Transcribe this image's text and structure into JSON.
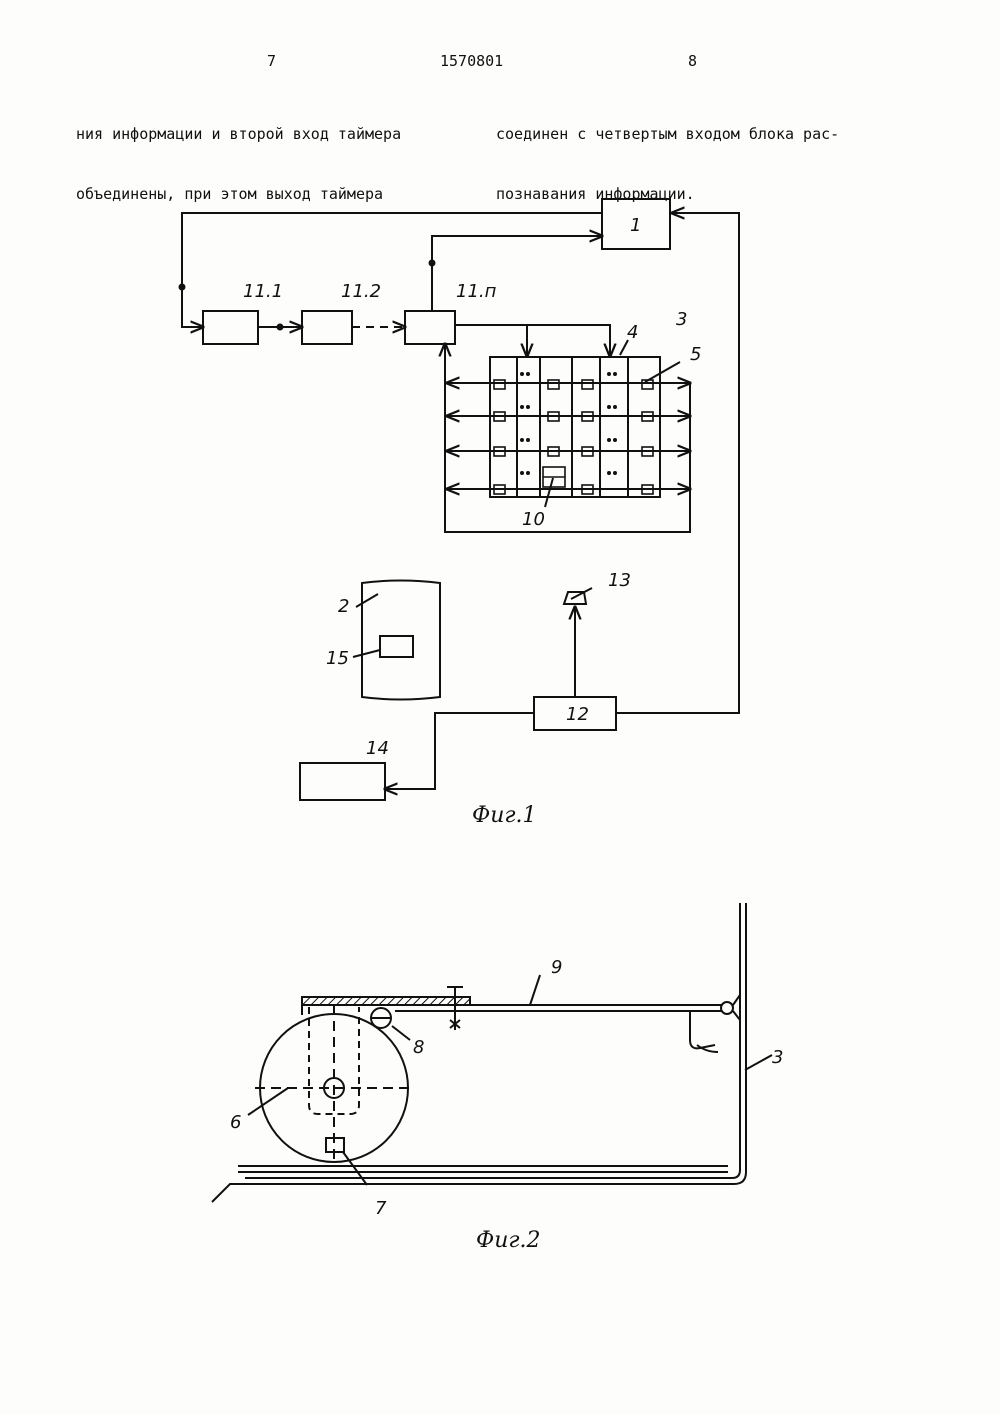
{
  "header": {
    "page_left": "7",
    "patent_no": "1570801",
    "page_right": "8"
  },
  "text": {
    "left_line1": "ния информации и второй вход таймера",
    "left_line2": "объединены, при этом выход таймера",
    "right_line1": "соединен с четвертым входом блока рас-",
    "right_line2": "познавания информации."
  },
  "fig1": {
    "caption": "Фиг.1",
    "labels": {
      "b1": "1",
      "b111": "11.1",
      "b112": "11.2",
      "b11n": "11.п",
      "n3": "3",
      "n4": "4",
      "n5": "5",
      "n10": "10",
      "n2": "2",
      "n15": "15",
      "n13": "13",
      "n12": "12",
      "n14": "14"
    }
  },
  "fig2": {
    "caption": "Фиг.2",
    "labels": {
      "n9": "9",
      "n8": "8",
      "n6": "6",
      "n7": "7",
      "n3": "3"
    }
  }
}
